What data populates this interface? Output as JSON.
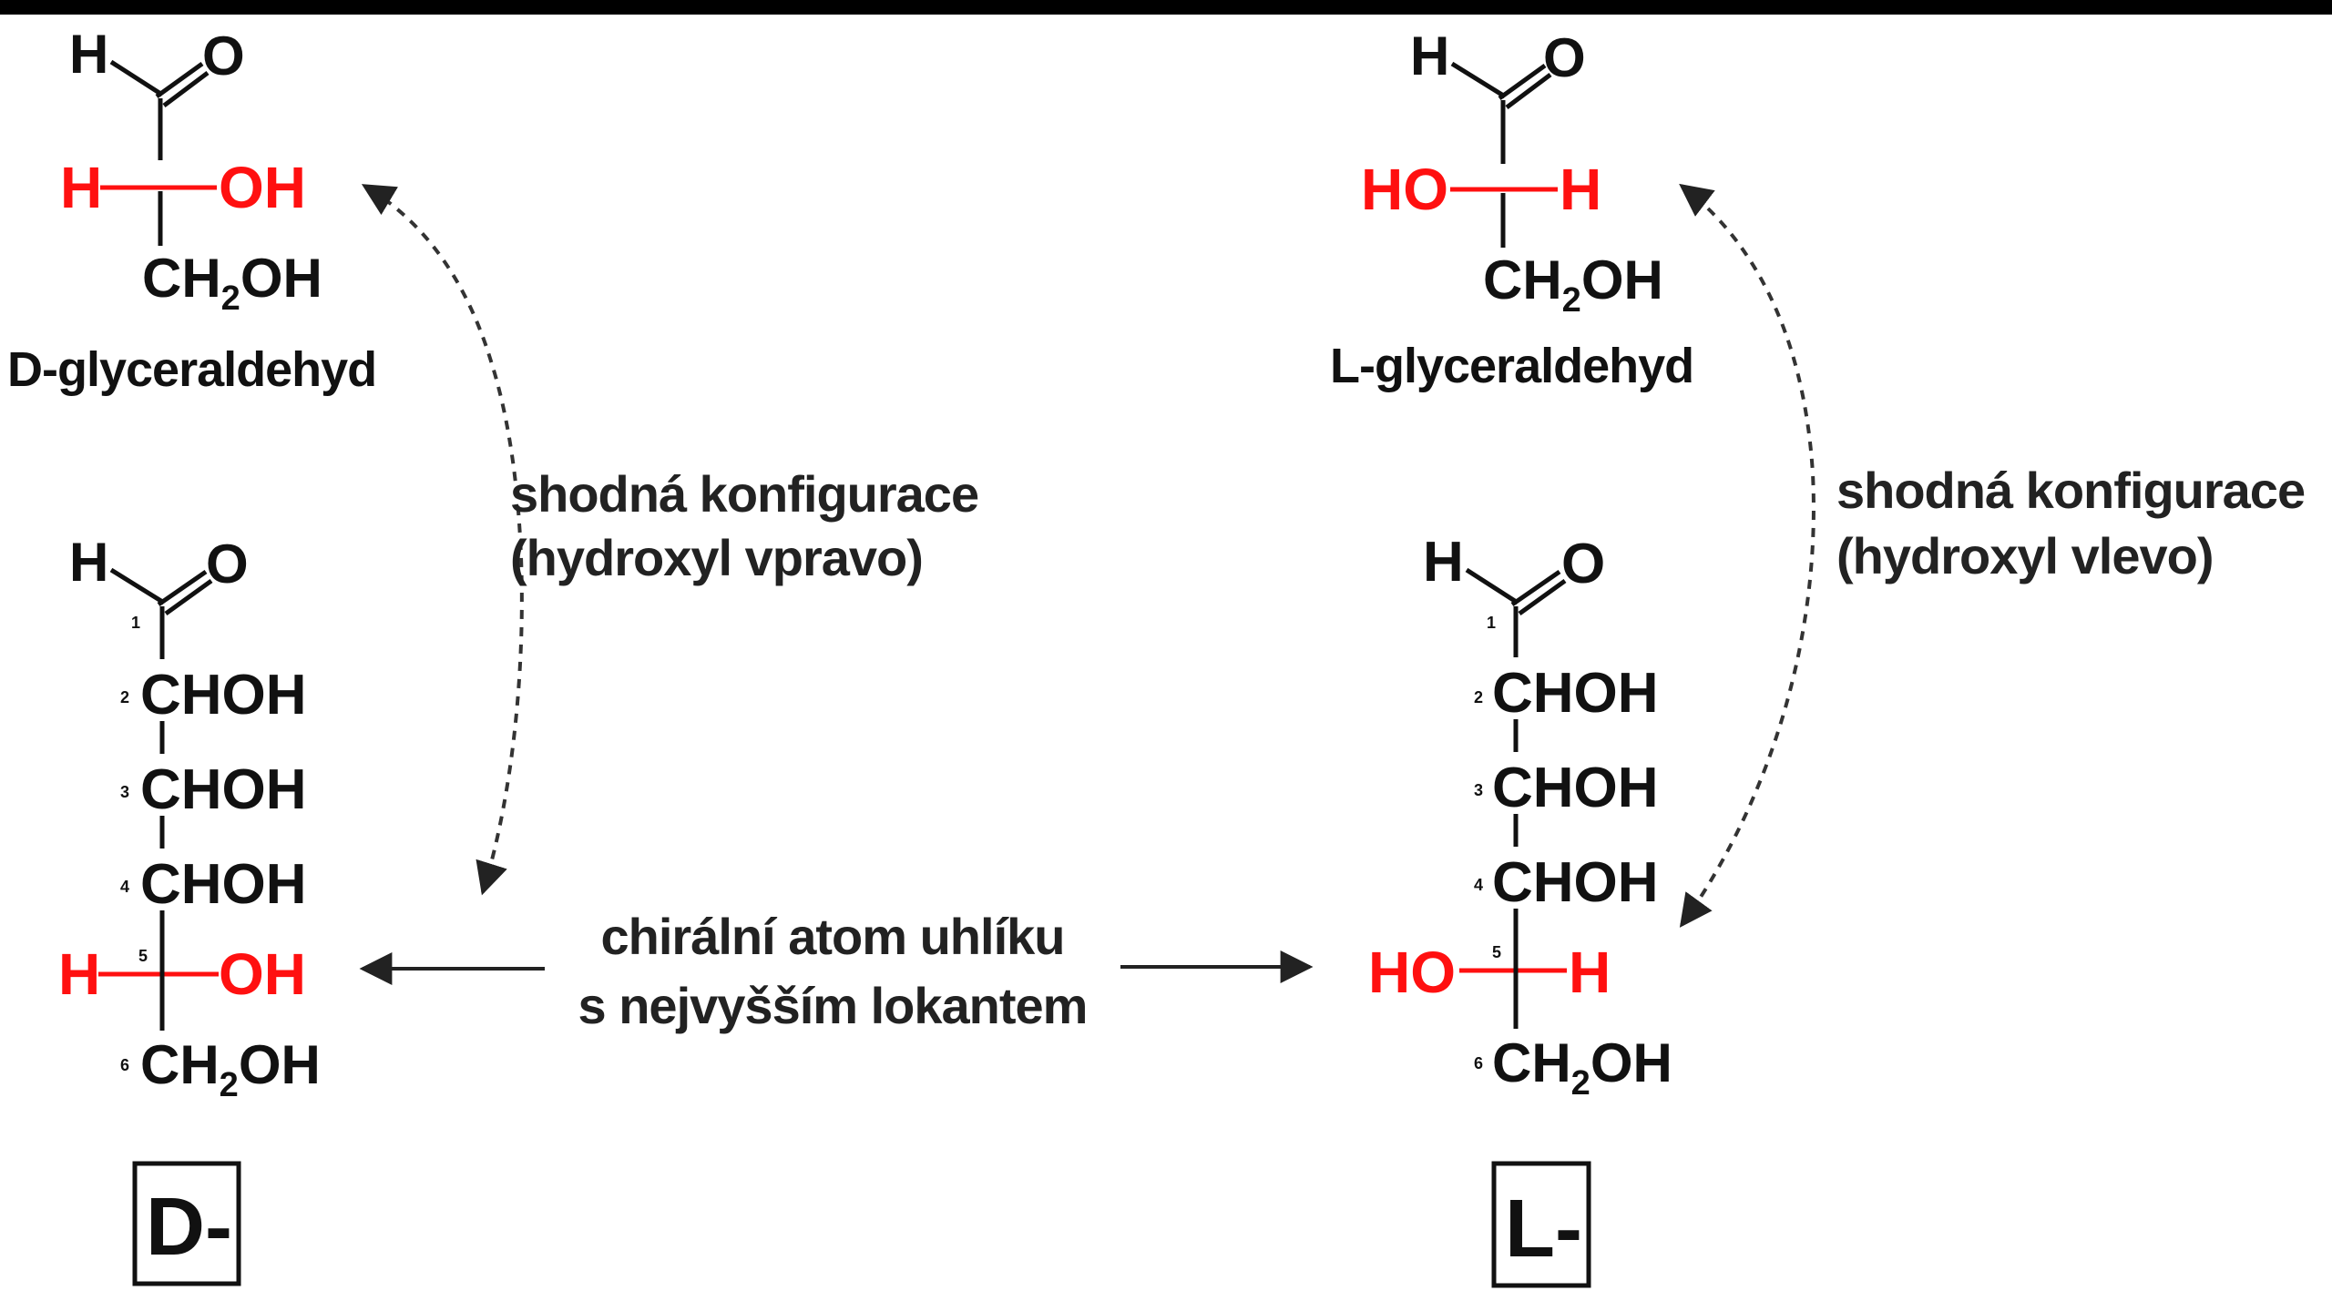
{
  "left": {
    "glyceraldehyde": {
      "aldehyde_h": "H",
      "aldehyde_o": "O",
      "chiral_left": "H",
      "chiral_right": "OH",
      "bottom": "CH",
      "bottom_sub": "2",
      "bottom_tail": "OH",
      "name": "D-glyceraldehyd"
    },
    "sugar": {
      "aldehyde_h": "H",
      "aldehyde_o": "O",
      "loc1": "1",
      "rows": [
        {
          "loc": "2",
          "text": "CHOH"
        },
        {
          "loc": "3",
          "text": "CHOH"
        },
        {
          "loc": "4",
          "text": "CHOH"
        }
      ],
      "chiral_loc": "5",
      "chiral_left": "H",
      "chiral_right": "OH",
      "bottom_loc": "6",
      "bottom": "CH",
      "bottom_sub": "2",
      "bottom_tail": "OH"
    },
    "note_line1": "shodná konfigurace",
    "note_line2": "(hydroxyl vpravo)",
    "box_label": "D-"
  },
  "right": {
    "glyceraldehyde": {
      "aldehyde_h": "H",
      "aldehyde_o": "O",
      "chiral_left": "HO",
      "chiral_right": "H",
      "bottom": "CH",
      "bottom_sub": "2",
      "bottom_tail": "OH",
      "name": "L-glyceraldehyd"
    },
    "sugar": {
      "aldehyde_h": "H",
      "aldehyde_o": "O",
      "loc1": "1",
      "rows": [
        {
          "loc": "2",
          "text": "CHOH"
        },
        {
          "loc": "3",
          "text": "CHOH"
        },
        {
          "loc": "4",
          "text": "CHOH"
        }
      ],
      "chiral_loc": "5",
      "chiral_left": "HO",
      "chiral_right": "H",
      "bottom_loc": "6",
      "bottom": "CH",
      "bottom_sub": "2",
      "bottom_tail": "OH"
    },
    "note_line1": "shodná konfigurace",
    "note_line2": "(hydroxyl vlevo)",
    "box_label": "L-"
  },
  "center_note_line1": "chirální atom uhlíku",
  "center_note_line2": "s nejvyšším lokantem",
  "colors": {
    "highlight": "#ff1010",
    "ink": "#111111",
    "top_bar": "#000000"
  }
}
